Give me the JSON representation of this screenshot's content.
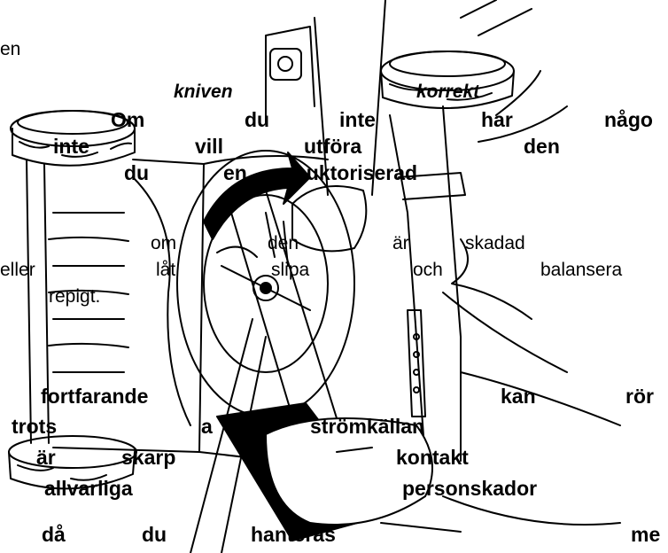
{
  "illustration": {
    "description_icon": "lawnmower-blade-maintenance-illustration",
    "colors": {
      "ink": "#000000",
      "paper": "#ffffff"
    }
  },
  "overlay_words": {
    "w01": "en",
    "w02": "kniven",
    "w03": "korrekt",
    "w04": "Om",
    "w05": "du",
    "w06": "inte",
    "w07": "har",
    "w08": "någo",
    "w09": "inte",
    "w10": "vill",
    "w11": "utföra",
    "w12": "den",
    "w13": "du",
    "w14": "en",
    "w15": "auktoriserad",
    "w16": "om",
    "w17": "den",
    "w18": "är",
    "w19": "skadad",
    "w20": "eller",
    "w21": "låt",
    "w22": "slipa",
    "w23": "och",
    "w24": "balansera",
    "w25": "repigt.",
    "w26": "fortfarande",
    "w27": "kan",
    "w28": "rör",
    "w29": "trots",
    "w30": "a",
    "w31": "strömkällan",
    "w32": "är",
    "w33": "skarp",
    "w34": "kontakt",
    "w35": "allvarliga",
    "w36": "personskador",
    "w37": "då",
    "w38": "du",
    "w39": "hanteras",
    "w40": "me"
  }
}
